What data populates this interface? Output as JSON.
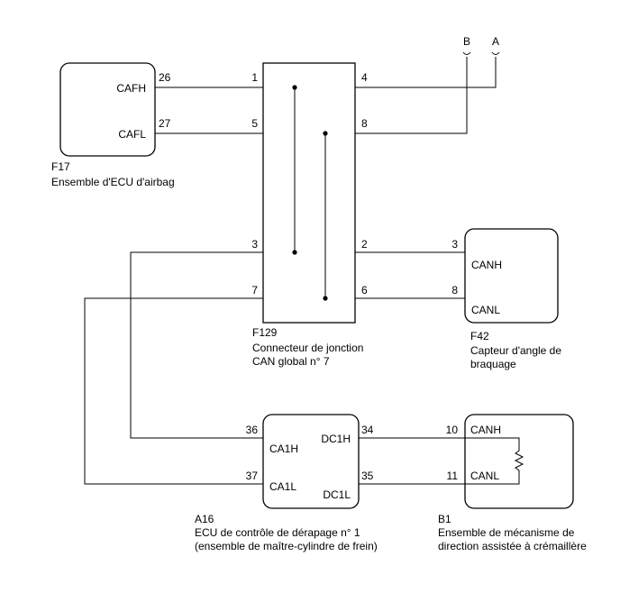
{
  "connectors": {
    "top": {
      "b": "B",
      "a": "A"
    },
    "f17": {
      "code": "F17",
      "name": "Ensemble d'ECU d'airbag",
      "pins": {
        "cafh_num": "26",
        "cafh": "CAFH",
        "cafl_num": "27",
        "cafl": "CAFL"
      }
    },
    "f129": {
      "code": "F129",
      "name_line1": "Connecteur de jonction",
      "name_line2": "CAN global n° 7",
      "pins": {
        "p1": "1",
        "p4": "4",
        "p5": "5",
        "p8": "8",
        "p3": "3",
        "p2": "2",
        "p7": "7",
        "p6": "6"
      }
    },
    "f42": {
      "code": "F42",
      "name_line1": "Capteur d'angle de",
      "name_line2": "braquage",
      "pins": {
        "canh_num": "3",
        "canh": "CANH",
        "canl_num": "8",
        "canl": "CANL"
      }
    },
    "a16": {
      "code": "A16",
      "name_line1": "ECU de contrôle de dérapage n° 1",
      "name_line2": "(ensemble de maître-cylindre de frein)",
      "pins": {
        "ca1h_num": "36",
        "ca1h": "CA1H",
        "ca1l_num": "37",
        "ca1l": "CA1L",
        "dc1h_num": "34",
        "dc1h": "DC1H",
        "dc1l_num": "35",
        "dc1l": "DC1L"
      }
    },
    "b1": {
      "code": "B1",
      "name_line1": "Ensemble de mécanisme de",
      "name_line2": "direction assistée à crémaillère",
      "pins": {
        "canh_num": "10",
        "canh": "CANH",
        "canl_num": "11",
        "canl": "CANL"
      }
    }
  }
}
